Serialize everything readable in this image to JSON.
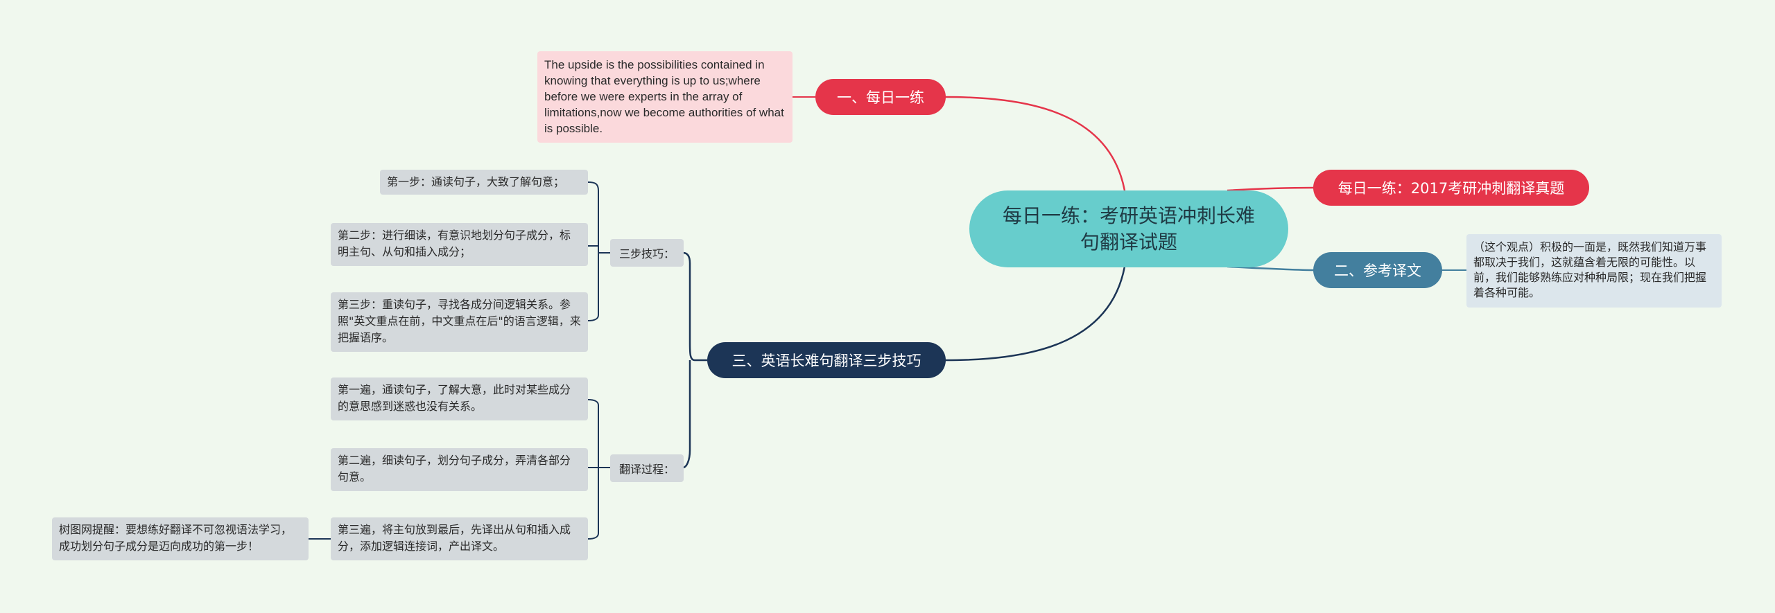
{
  "colors": {
    "background": "#f0f8ee",
    "root": "#67cdcc",
    "branch_red": "#e5354a",
    "branch_steel": "#437f9e",
    "branch_navy": "#1c3556",
    "leaf_gray": "#d4d9dc",
    "note_pink": "#fbd9dc",
    "note_blue": "#dce6ec"
  },
  "root": {
    "title": "每日一练：考研英语冲刺长难句翻译试题"
  },
  "branches": {
    "daily": {
      "label": "一、每日一练"
    },
    "exam": {
      "label": "每日一练：2017考研冲刺翻译真题"
    },
    "reference": {
      "label": "二、参考译文"
    },
    "techniques": {
      "label": "三、英语长难句翻译三步技巧"
    }
  },
  "notes": {
    "english": "The upside is the possibilities contained in knowing that everything is up to us;where before we were experts in the array of limitations,now we become authorities of what is possible.",
    "translation": "（这个观点）积极的一面是，既然我们知道万事都取决于我们，这就蕴含着无限的可能性。以前，我们能够熟练应对种种局限；现在我们把握着各种可能。"
  },
  "three_steps": {
    "label": "三步技巧：",
    "items": [
      "第一步：通读句子，大致了解句意；",
      "第二步：进行细读，有意识地划分句子成分，标明主句、从句和插入成分；",
      "第三步：重读句子，寻找各成分间逻辑关系。参照\"英文重点在前，中文重点在后\"的语言逻辑，来把握语序。"
    ]
  },
  "process": {
    "label": "翻译过程：",
    "items": [
      "第一遍，通读句子，了解大意，此时对某些成分的意思感到迷惑也没有关系。",
      "第二遍，细读句子，划分句子成分，弄清各部分句意。",
      "第三遍，将主句放到最后，先译出从句和插入成分，添加逻辑连接词，产出译文。"
    ],
    "tip": "树图网提醒：要想练好翻译不可忽视语法学习，成功划分句子成分是迈向成功的第一步！"
  }
}
